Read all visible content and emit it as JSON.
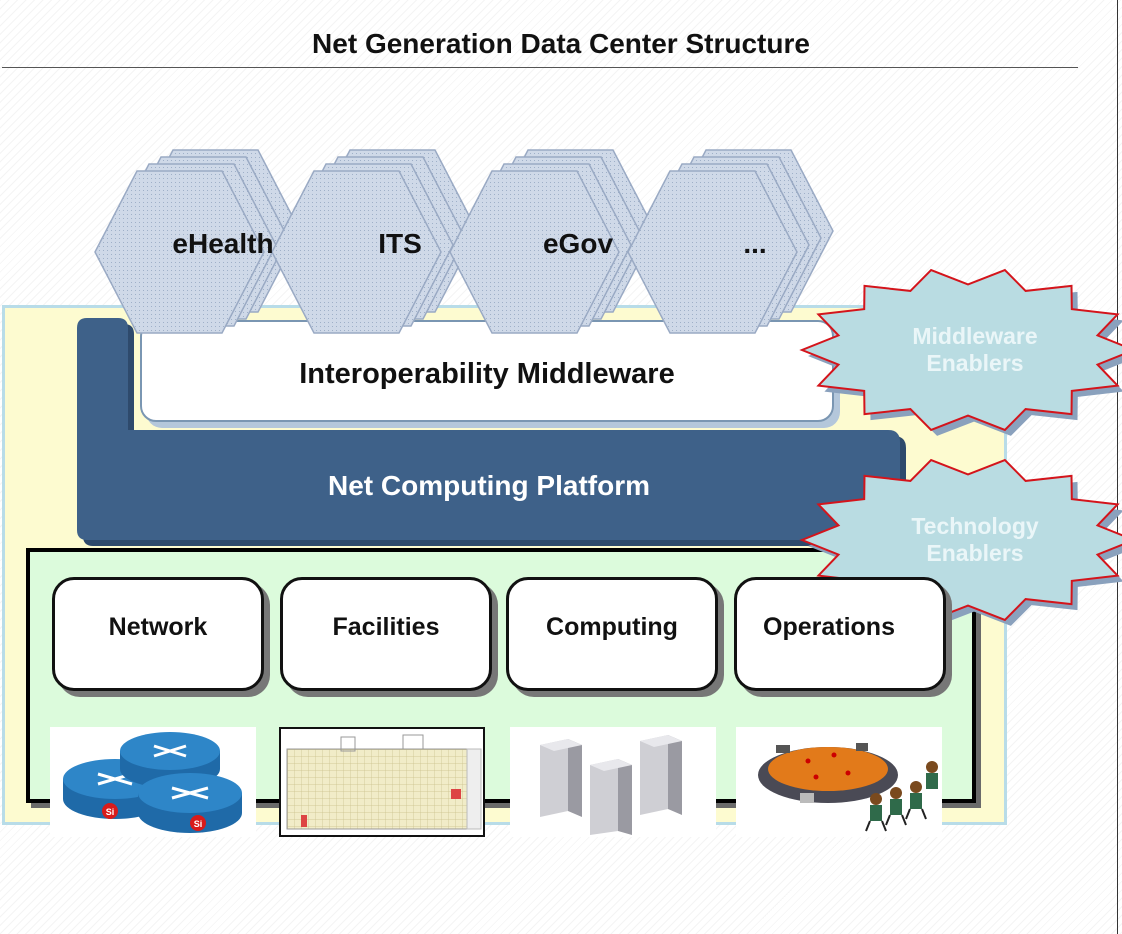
{
  "title": "Net Generation Data Center Structure",
  "applications": [
    "eHealth",
    "ITS",
    "eGov",
    "..."
  ],
  "middleware_label": "Interoperability Middleware",
  "platform_label": "Net Computing Platform",
  "enablers": {
    "middleware": [
      "Middleware",
      "Enablers"
    ],
    "technology": [
      "Technology",
      "Enablers"
    ]
  },
  "categories": [
    "Network",
    "Facilities",
    "Computing",
    "Operations"
  ],
  "illustrations": {
    "network": {
      "icon": "router-icon",
      "badge_text": "Si"
    },
    "facilities": {
      "icon": "floor-plan-icon"
    },
    "computing": {
      "icon": "server-tower-icon"
    },
    "operations": {
      "icon": "operations-team-icon"
    }
  },
  "colors": {
    "platform": "#3e6189",
    "hexagon": "#cfd9e8",
    "enabler_fill": "#b9dce2",
    "enabler_outline": "#d4141b",
    "green_panel": "#dcfbdc",
    "outer_panel": "#fdfbd0"
  }
}
